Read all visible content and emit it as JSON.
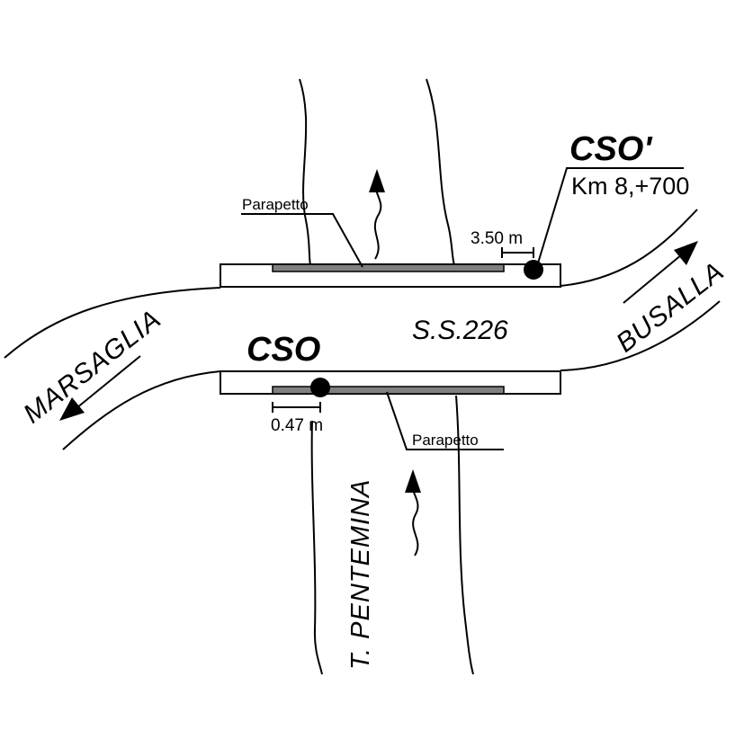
{
  "labels": {
    "cso_top": "CSO'",
    "km": "Km 8,+700",
    "cso_bottom": "CSO",
    "road": "S.S.226",
    "marsaglia": "MARSAGLIA",
    "busalla": "BUSALLA",
    "river": "T. PENTEMINA",
    "parapet_top": "Parapetto",
    "parapet_bottom": "Parapetto",
    "dist_top": "3.50 m",
    "dist_bottom": "0.47 m"
  },
  "colors": {
    "line": "#000000",
    "parapet_fill": "#808080",
    "background": "#ffffff"
  }
}
